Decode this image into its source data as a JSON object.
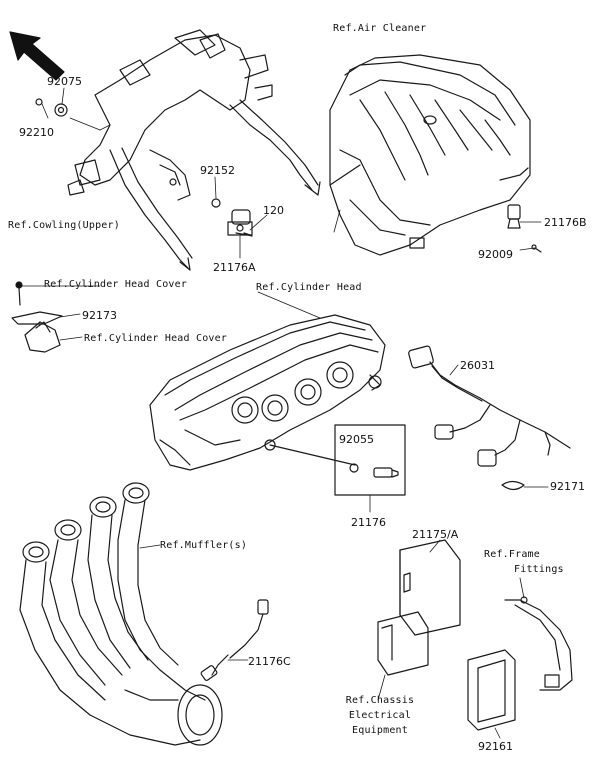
{
  "parts": {
    "p92075": "92075",
    "p92210": "92210",
    "p92152": "92152",
    "p120": "120",
    "p21176A": "21176A",
    "p21176B": "21176B",
    "p92009": "92009",
    "p92173": "92173",
    "p26031": "26031",
    "p92055": "92055",
    "p21176": "21176",
    "p92171": "92171",
    "p21175A": "21175/A",
    "p21176C": "21176C",
    "p92161": "92161"
  },
  "refs": {
    "air_cleaner": "Ref.Air Cleaner",
    "cowling_upper": "Ref.Cowling(Upper)",
    "cyl_head_cover_1": "Ref.Cylinder Head Cover",
    "cyl_head_cover_2": "Ref.Cylinder Head Cover",
    "cyl_head": "Ref.Cylinder Head",
    "muffler": "Ref.Muffler(s)",
    "frame_fittings_1": "Ref.Frame",
    "frame_fittings_2": "Fittings",
    "chassis_1": "Ref.Chassis",
    "chassis_2": "Electrical",
    "chassis_3": "Equipment"
  },
  "colors": {
    "line": "#1a1a1a",
    "fill": "#ffffff",
    "shade": "#2b2b2b"
  },
  "icons": {
    "direction_arrow": "front-direction-arrow-icon"
  }
}
